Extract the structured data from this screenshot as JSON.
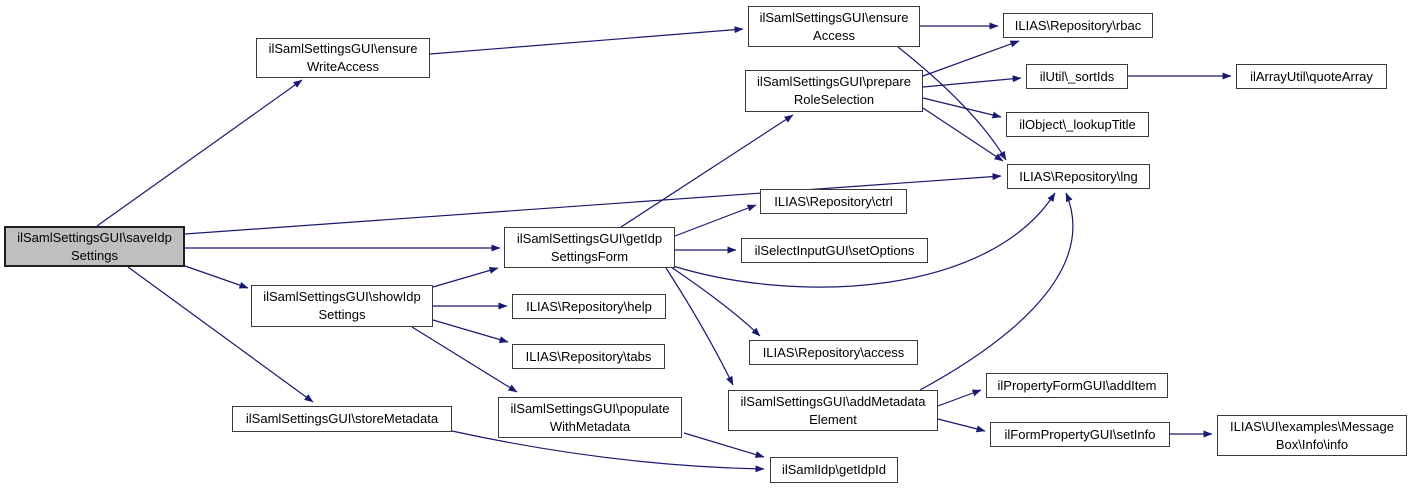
{
  "diagram": {
    "type": "call-graph",
    "colors": {
      "edge": "#191970",
      "node_fill": "#ffffff",
      "node_border": "#3a3a3a",
      "highlight_fill": "#bfbfbf",
      "text": "#000000",
      "background": "#ffffff"
    },
    "nodes": [
      {
        "id": "saveIdpSettings",
        "label": "ilSamlSettingsGUI\\saveIdp\nSettings",
        "highlight": true
      },
      {
        "id": "ensureWriteAccess",
        "label": "ilSamlSettingsGUI\\ensure\nWriteAccess",
        "highlight": false
      },
      {
        "id": "ensureAccess",
        "label": "ilSamlSettingsGUI\\ensure\nAccess",
        "highlight": false
      },
      {
        "id": "rbac",
        "label": "ILIAS\\Repository\\rbac",
        "highlight": false
      },
      {
        "id": "sortIds",
        "label": "ilUtil\\_sortIds",
        "highlight": false
      },
      {
        "id": "quoteArray",
        "label": "ilArrayUtil\\quoteArray",
        "highlight": false
      },
      {
        "id": "prepareRoleSelection",
        "label": "ilSamlSettingsGUI\\prepare\nRoleSelection",
        "highlight": false
      },
      {
        "id": "lookupTitle",
        "label": "ilObject\\_lookupTitle",
        "highlight": false
      },
      {
        "id": "lng",
        "label": "ILIAS\\Repository\\lng",
        "highlight": false
      },
      {
        "id": "getIdpSettingsForm",
        "label": "ilSamlSettingsGUI\\getIdp\nSettingsForm",
        "highlight": false
      },
      {
        "id": "ctrl",
        "label": "ILIAS\\Repository\\ctrl",
        "highlight": false
      },
      {
        "id": "setOptions",
        "label": "ilSelectInputGUI\\setOptions",
        "highlight": false
      },
      {
        "id": "showIdpSettings",
        "label": "ilSamlSettingsGUI\\showIdp\nSettings",
        "highlight": false
      },
      {
        "id": "help",
        "label": "ILIAS\\Repository\\help",
        "highlight": false
      },
      {
        "id": "tabs",
        "label": "ILIAS\\Repository\\tabs",
        "highlight": false
      },
      {
        "id": "storeMetadata",
        "label": "ilSamlSettingsGUI\\storeMetadata",
        "highlight": false
      },
      {
        "id": "populateWithMetadata",
        "label": "ilSamlSettingsGUI\\populate\nWithMetadata",
        "highlight": false
      },
      {
        "id": "access",
        "label": "ILIAS\\Repository\\access",
        "highlight": false
      },
      {
        "id": "addMetadataElement",
        "label": "ilSamlSettingsGUI\\addMetadata\nElement",
        "highlight": false
      },
      {
        "id": "addItem",
        "label": "ilPropertyFormGUI\\addItem",
        "highlight": false
      },
      {
        "id": "setInfo",
        "label": "ilFormPropertyGUI\\setInfo",
        "highlight": false
      },
      {
        "id": "getIdpId",
        "label": "ilSamlIdp\\getIdpId",
        "highlight": false
      },
      {
        "id": "msgInfo",
        "label": "ILIAS\\UI\\examples\\Message\nBox\\Info\\info",
        "highlight": false
      }
    ],
    "edges": [
      {
        "from": "saveIdpSettings",
        "to": "ensureWriteAccess"
      },
      {
        "from": "saveIdpSettings",
        "to": "lng"
      },
      {
        "from": "saveIdpSettings",
        "to": "getIdpSettingsForm"
      },
      {
        "from": "saveIdpSettings",
        "to": "showIdpSettings"
      },
      {
        "from": "saveIdpSettings",
        "to": "storeMetadata"
      },
      {
        "from": "ensureWriteAccess",
        "to": "ensureAccess"
      },
      {
        "from": "ensureAccess",
        "to": "rbac"
      },
      {
        "from": "ensureAccess",
        "to": "lng"
      },
      {
        "from": "prepareRoleSelection",
        "to": "rbac"
      },
      {
        "from": "prepareRoleSelection",
        "to": "sortIds"
      },
      {
        "from": "prepareRoleSelection",
        "to": "lookupTitle"
      },
      {
        "from": "prepareRoleSelection",
        "to": "lng"
      },
      {
        "from": "sortIds",
        "to": "quoteArray"
      },
      {
        "from": "getIdpSettingsForm",
        "to": "prepareRoleSelection"
      },
      {
        "from": "getIdpSettingsForm",
        "to": "ctrl"
      },
      {
        "from": "getIdpSettingsForm",
        "to": "setOptions"
      },
      {
        "from": "getIdpSettingsForm",
        "to": "lng"
      },
      {
        "from": "getIdpSettingsForm",
        "to": "access"
      },
      {
        "from": "getIdpSettingsForm",
        "to": "addMetadataElement"
      },
      {
        "from": "showIdpSettings",
        "to": "getIdpSettingsForm"
      },
      {
        "from": "showIdpSettings",
        "to": "help"
      },
      {
        "from": "showIdpSettings",
        "to": "tabs"
      },
      {
        "from": "showIdpSettings",
        "to": "populateWithMetadata"
      },
      {
        "from": "populateWithMetadata",
        "to": "getIdpId"
      },
      {
        "from": "storeMetadata",
        "to": "getIdpId"
      },
      {
        "from": "addMetadataElement",
        "to": "addItem"
      },
      {
        "from": "addMetadataElement",
        "to": "setInfo"
      },
      {
        "from": "addMetadataElement",
        "to": "lng"
      },
      {
        "from": "setInfo",
        "to": "msgInfo"
      }
    ]
  }
}
